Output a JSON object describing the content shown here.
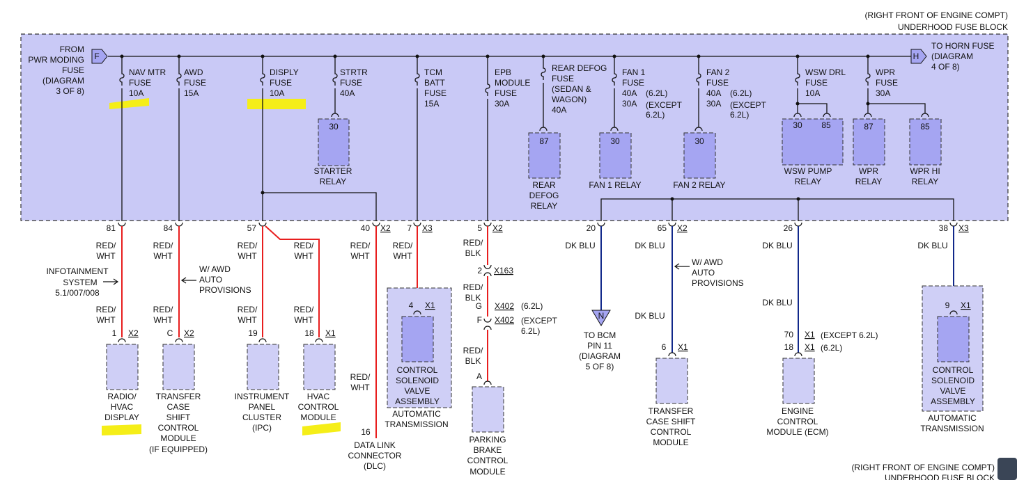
{
  "header_top": [
    "(RIGHT FRONT OF ENGINE COMPT)",
    "UNDERHOOD FUSE BLOCK"
  ],
  "footer": [
    "(RIGHT FRONT OF ENGINE COMPT)",
    "UNDERHOOD FUSE BLOCK"
  ],
  "bus": {
    "from_label": [
      "FROM",
      "PWR MODING",
      "FUSE",
      "(DIAGRAM",
      "3 OF 8)"
    ],
    "from_connector": "F",
    "to_label": [
      "TO HORN FUSE",
      "(DIAGRAM",
      "4 OF 8)"
    ],
    "to_connector": "H"
  },
  "fuses": [
    {
      "lines": [
        "NAV MTR",
        "FUSE",
        "10A"
      ],
      "highlighted": true
    },
    {
      "lines": [
        "AWD",
        "FUSE",
        "15A"
      ]
    },
    {
      "lines": [
        "DISPLY",
        "FUSE",
        "10A"
      ],
      "highlighted": true
    },
    {
      "lines": [
        "STRTR",
        "FUSE",
        "40A"
      ]
    },
    {
      "lines": [
        "TCM",
        "BATT",
        "FUSE",
        "15A"
      ]
    },
    {
      "lines": [
        "EPB",
        "MODULE",
        "FUSE",
        "30A"
      ]
    },
    {
      "lines": [
        "REAR DEFOG",
        "FUSE",
        "(SEDAN &",
        "WAGON)",
        "40A"
      ]
    },
    {
      "lines": [
        "FAN 1",
        "FUSE",
        "40A",
        "30A"
      ],
      "note": [
        "(6.2L)",
        "(EXCEPT",
        "6.2L)"
      ]
    },
    {
      "lines": [
        "FAN 2",
        "FUSE",
        "40A",
        "30A"
      ],
      "note": [
        "(6.2L)",
        "(EXCEPT",
        "6.2L)"
      ]
    },
    {
      "lines": [
        "WSW DRL",
        "FUSE",
        "10A"
      ]
    },
    {
      "lines": [
        "WPR",
        "FUSE",
        "30A"
      ]
    }
  ],
  "relays": [
    {
      "pins": [
        "30"
      ],
      "label": [
        "STARTER",
        "RELAY"
      ]
    },
    {
      "pins": [
        "87"
      ],
      "label": [
        "REAR",
        "DEFOG",
        "RELAY"
      ]
    },
    {
      "pins": [
        "30"
      ],
      "label": [
        "FAN 1 RELAY"
      ]
    },
    {
      "pins": [
        "30"
      ],
      "label": [
        "FAN 2 RELAY"
      ]
    },
    {
      "pins": [
        "30",
        "85"
      ],
      "label": [
        "WSW PUMP",
        "RELAY"
      ]
    },
    {
      "pins": [
        "87"
      ],
      "label": [
        "WPR",
        "RELAY"
      ]
    },
    {
      "pins": [
        "85"
      ],
      "label": [
        "WPR HI",
        "RELAY"
      ]
    }
  ],
  "circuits": [
    {
      "bus_pin": "81",
      "wire": [
        "RED/",
        "WHT"
      ],
      "note": [
        "INFOTAINMENT",
        "SYSTEM",
        "5.1/007/008"
      ],
      "wire2": [
        "RED/",
        "WHT"
      ],
      "pin": "1",
      "conn": "X2",
      "label": [
        "RADIO/",
        "HVAC",
        "DISPLAY"
      ]
    },
    {
      "bus_pin": "84",
      "wire": [
        "RED/",
        "WHT"
      ],
      "note": [
        "W/ AWD",
        "AUTO",
        "PROVISIONS"
      ],
      "wire2": [
        "RED/",
        "WHT"
      ],
      "pin": "C",
      "conn": "X2",
      "label": [
        "TRANSFER",
        "CASE",
        "SHIFT",
        "CONTROL",
        "MODULE",
        "(IF EQUIPPED)"
      ]
    },
    {
      "bus_pin": "57",
      "wire": [
        "RED/",
        "WHT"
      ],
      "wire2": [
        "RED/",
        "WHT"
      ],
      "pin": "19",
      "label": [
        "INSTRUMENT",
        "PANEL",
        "CLUSTER",
        "(IPC)"
      ]
    },
    {
      "wire": [
        "RED/",
        "WHT"
      ],
      "wire2": [
        "RED/",
        "WHT"
      ],
      "pin": "18",
      "conn": "X1",
      "label": [
        "HVAC",
        "CONTROL",
        "MODULE"
      ]
    },
    {
      "bus_pin": "40",
      "bus_conn": "X2",
      "wire": [
        "RED/",
        "WHT"
      ],
      "wire2": [
        "RED/",
        "WHT"
      ],
      "pin": "16",
      "label": [
        "DATA LINK",
        "CONNECTOR",
        "(DLC)"
      ]
    },
    {
      "bus_pin": "7",
      "bus_conn": "X3",
      "wire": [
        "RED/",
        "WHT"
      ],
      "pin": "4",
      "conn": "X1",
      "box_label": [
        "CONTROL",
        "SOLENOID",
        "VALVE",
        "ASSEMBLY"
      ],
      "label": [
        "AUTOMATIC",
        "TRANSMISSION"
      ]
    },
    {
      "bus_pin": "5",
      "bus_conn": "X2",
      "wire": [
        "RED/",
        "BLK"
      ],
      "inline_pin": "2",
      "inline_conn": "X163",
      "wire2": [
        "RED/",
        "BLK"
      ],
      "g_pin": "G",
      "g_conn": "X402",
      "g_note": "(6.2L)",
      "f_pin": "F",
      "f_conn": "X402",
      "f_note": [
        "(EXCEPT",
        "6.2L)"
      ],
      "wire3": [
        "RED/",
        "BLK"
      ],
      "pin": "A",
      "label": [
        "PARKING",
        "BRAKE",
        "CONTROL",
        "MODULE"
      ]
    },
    {
      "bus_pin": "20",
      "wire": [
        "DK BLU"
      ],
      "term": "N",
      "label": [
        "TO BCM",
        "PIN 11",
        "(DIAGRAM",
        "5 OF 8)"
      ]
    },
    {
      "bus_pin": "65",
      "bus_conn": "X2",
      "wire": [
        "DK BLU"
      ],
      "note": [
        "W/ AWD",
        "AUTO",
        "PROVISIONS"
      ],
      "wire2": [
        "DK BLU"
      ],
      "pin": "6",
      "conn": "X1",
      "label": [
        "TRANSFER",
        "CASE SHIFT",
        "CONTROL",
        "MODULE"
      ]
    },
    {
      "bus_pin": "26",
      "wire": [
        "DK BLU"
      ],
      "wire2": [
        "DK BLU"
      ],
      "pins": [
        {
          "pin": "70",
          "conn": "X1",
          "note": "(EXCEPT 6.2L)"
        },
        {
          "pin": "18",
          "conn": "X1",
          "note": "(6.2L)"
        }
      ],
      "label": [
        "ENGINE",
        "CONTROL",
        "MODULE (ECM)"
      ]
    },
    {
      "bus_pin": "38",
      "bus_conn": "X3",
      "wire": [
        "DK BLU"
      ],
      "pin": "9",
      "conn": "X1",
      "box_label": [
        "CONTROL",
        "SOLENOID",
        "VALVE",
        "ASSEMBLY"
      ],
      "label": [
        "AUTOMATIC",
        "TRANSMISSION"
      ]
    }
  ],
  "colors": {
    "panel": "#c9c9f6",
    "relay": "#a5a5f2",
    "box": "#cfcff6",
    "red_wire": "#e81e1e",
    "blue_wire": "#11288a",
    "highlight": "#f5ee18"
  }
}
